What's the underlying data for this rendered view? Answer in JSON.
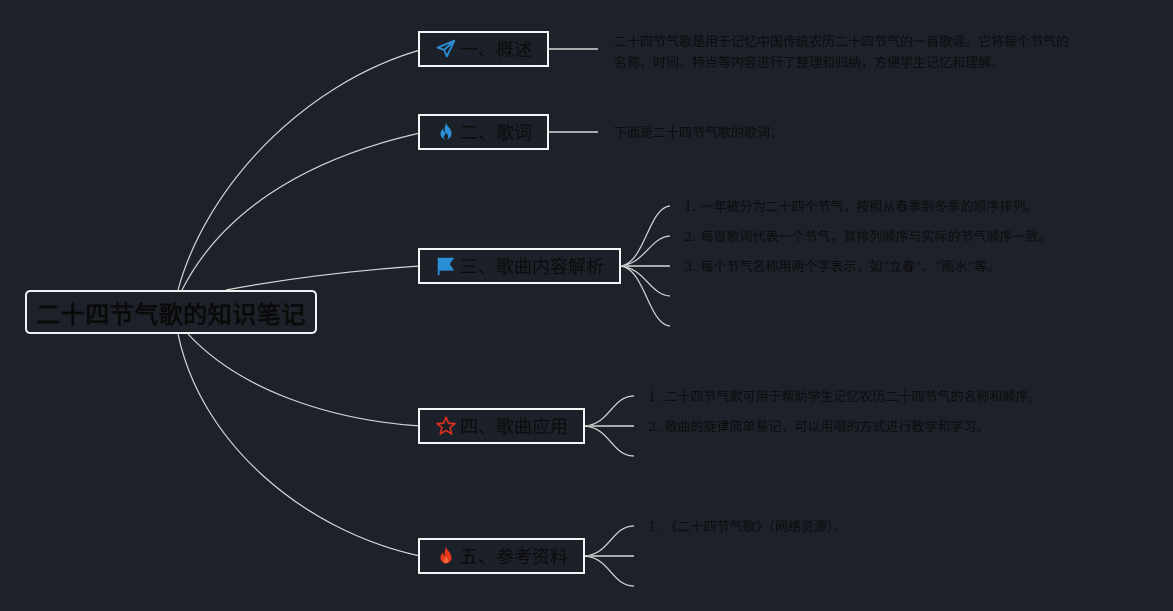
{
  "root": {
    "title": "二十四节气歌的知识笔记"
  },
  "topics": [
    {
      "icon": "paper-plane-icon",
      "icon_color": "#2b8fd6",
      "label": "一、概述",
      "notes": [
        "二十四节气歌是用于记忆中国传统农历二十四节气的一首歌谣。它将每个节气的",
        "名称、时间、特点等内容进行了整理和归纳，方便学生记忆和理解。"
      ]
    },
    {
      "icon": "flame-icon",
      "icon_color": "#2b8fd6",
      "label": "二、歌词",
      "notes": [
        "下面是二十四节气歌的歌词："
      ]
    },
    {
      "icon": "flag-icon",
      "icon_color": "#2b8fd6",
      "label": "三、歌曲内容解析",
      "items": [
        "1. 一年被分为二十四个节气，按照从春季到冬季的顺序排列。",
        "2. 每首歌词代表一个节气，其排列顺序与实际的节气顺序一致。",
        "3. 每个节气名称用两个字表示，如“立春”、“雨水”等。",
        "",
        ""
      ]
    },
    {
      "icon": "star-icon",
      "icon_color": "#d9301e",
      "label": "四、歌曲应用",
      "items": [
        "1. 二十四节气歌可用于帮助学生记忆农历二十四节气的名称和顺序。",
        "2. 歌曲的旋律简单易记，可以用唱的方式进行教学和学习。",
        ""
      ]
    },
    {
      "icon": "flame-icon",
      "icon_color": "#e8361c",
      "label": "五、参考资料",
      "items": [
        "1. 《二十四节气歌》（网络资源）。",
        "",
        ""
      ]
    }
  ],
  "colors": {
    "background": "#1d212a",
    "line": "#d8d8d8",
    "border": "#f5f5f5",
    "text": "#0b0b0b"
  }
}
